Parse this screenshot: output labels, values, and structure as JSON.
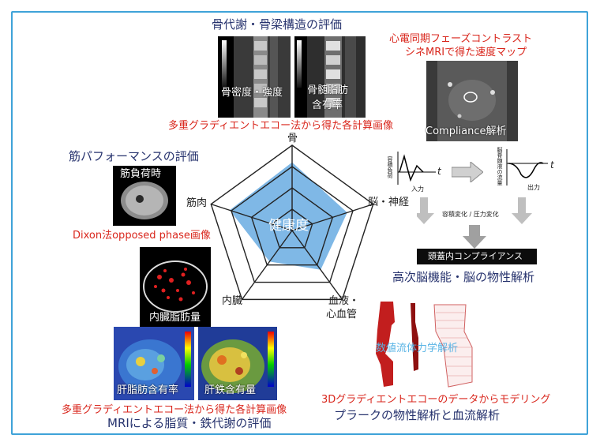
{
  "sections": {
    "bone_title": "骨代謝・骨梁構造の評価",
    "bone_img1_label": "骨密度・強度",
    "bone_img2_label": "骨髄脂肪",
    "bone_img2_label2": "含有率",
    "bone_caption": "多重グラディエントエコー法から得た各計算画像",
    "heart_title_line1": "心電同期フェーズコントラスト",
    "heart_title_line2": "シネMRIで得た速度マップ",
    "compliance_label": "Compliance解析",
    "muscle_title": "筋パフォーマンスの評価",
    "muscle_img_label": "筋負荷時",
    "muscle_caption": "Dixon法opposed phase画像",
    "visceral_img_label": "内臓脂肪量",
    "liver_img1_label": "肝脂肪含有率",
    "liver_img2_label": "肝鉄含有量",
    "liver_caption": "多重グラディエントエコー法から得た各計算画像",
    "liver_title": "MRIによる脂質・鉄代謝の評価",
    "brain_title": "高次脳機能・脳の物性解析",
    "icp_label": "頭蓋内コンプライアンス",
    "graph_left_ylabel": "容積負荷",
    "graph_left_xlabel": "入力",
    "graph_right_ylabel": "脳脊髄液の流量",
    "graph_right_xlabel": "出力",
    "graph_t": "t",
    "change_label": "容積変化 / 圧力変化",
    "cfd_label": "数値流体力学解析",
    "plaque_caption": "3Dグラディエントエコーのデータからモデリング",
    "plaque_title": "プラークの物性解析と血流解析"
  },
  "radar": {
    "center_label": "健康度",
    "axes": [
      "骨",
      "脳・神経",
      "血液・",
      "心血管",
      "内臓",
      "筋肉"
    ],
    "values": [
      0.8,
      0.68,
      0.57,
      0.45,
      0.77
    ],
    "fill_color": "#7fb8e6",
    "line_color": "#222222"
  },
  "colors": {
    "frame": "#3fa3d8",
    "navy": "#27336e",
    "red": "#d9261c",
    "light_blue": "#5ab4e5"
  }
}
